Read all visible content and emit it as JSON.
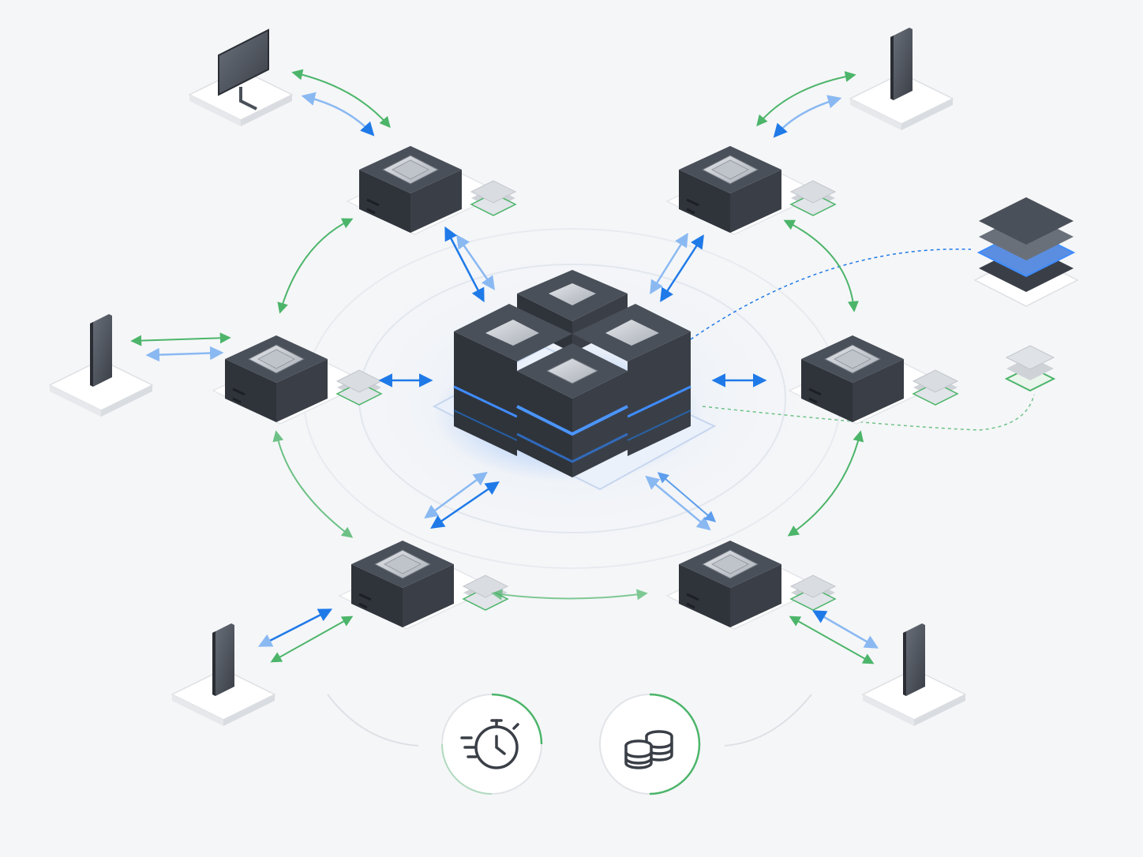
{
  "colors": {
    "background": "#f5f6f8",
    "node_dark": "#3a3f47",
    "node_top": "#4a5059",
    "chip": "#c8ccd2",
    "accent_blue": "#1f7ae8",
    "accent_green": "#4cb56a",
    "platform": "#ffffff"
  },
  "diagram": {
    "hub": {
      "icon": "server-cluster-icon",
      "glow": "#3f8cff"
    },
    "edge_nodes": [
      {
        "id": "node-top-left",
        "icon": "cpu-module-icon"
      },
      {
        "id": "node-top-right",
        "icon": "cpu-module-icon"
      },
      {
        "id": "node-mid-left",
        "icon": "cpu-module-icon"
      },
      {
        "id": "node-mid-right",
        "icon": "cpu-module-icon"
      },
      {
        "id": "node-bottom-left",
        "icon": "cpu-module-icon"
      },
      {
        "id": "node-bottom-right",
        "icon": "cpu-module-icon"
      }
    ],
    "devices": [
      {
        "id": "device-top-left",
        "icon": "monitor-icon"
      },
      {
        "id": "device-top-right",
        "icon": "phone-icon"
      },
      {
        "id": "device-left",
        "icon": "phone-icon"
      },
      {
        "id": "device-bottom-left",
        "icon": "phone-icon"
      },
      {
        "id": "device-bottom-right",
        "icon": "phone-icon"
      }
    ],
    "storage": [
      {
        "id": "storage-large",
        "icon": "layered-storage-icon"
      },
      {
        "id": "storage-small",
        "icon": "layered-storage-icon"
      }
    ],
    "badges": [
      {
        "id": "speed-badge",
        "icon": "stopwatch-icon"
      },
      {
        "id": "cost-badge",
        "icon": "coins-icon"
      }
    ]
  }
}
